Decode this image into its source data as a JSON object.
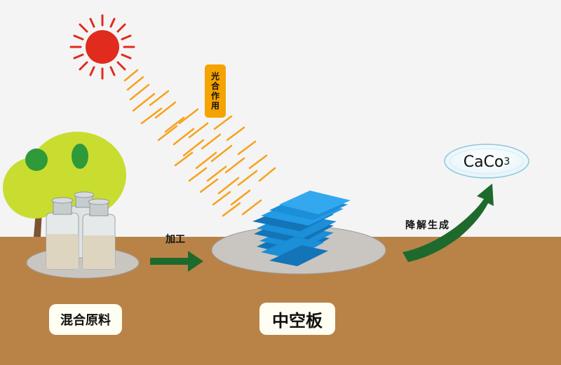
{
  "labels": {
    "raw_materials": "混合原料",
    "hollow_board": "中空板",
    "process": "加工",
    "photosynthesis_chars": [
      "光",
      "合",
      "作",
      "用"
    ],
    "degrade": "降解生成",
    "caco3_main": "CaCo",
    "caco3_sub": "3"
  },
  "colors": {
    "ground": "#b98348",
    "sky": "#f4f4f4",
    "sun": "#e02b1e",
    "ray": "#f7a21c",
    "arrow": "#1e6a2d",
    "board": "#1b8fd8",
    "tree_foliage": "#c8dd2f",
    "tree_dark": "#2f9a3a",
    "trunk": "#7b5435",
    "platform": "#c9c6c2",
    "label_bg": "#fffef2",
    "photosynthesis_bg": "#f5a300"
  }
}
